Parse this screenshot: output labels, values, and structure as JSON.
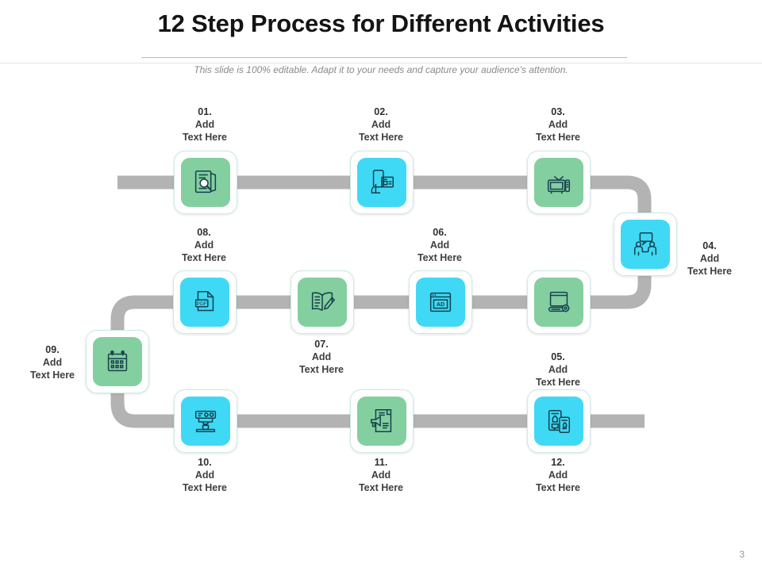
{
  "header": {
    "title": "12 Step Process for Different Activities",
    "subtitle": "This slide is 100% editable. Adapt it to your needs and capture your audience's attention."
  },
  "colors": {
    "green": "#84cfa0",
    "cyan": "#3fd9f5",
    "connector": "#b3b3b3",
    "title": "#141414",
    "subtitle": "#8a8a8a",
    "label": "#3f3f3f",
    "card_border": "#cfe8e4",
    "background": "#ffffff"
  },
  "footer": {
    "page_number": "3"
  },
  "steps": [
    {
      "num": "01.",
      "line2": "Add",
      "line3": "Text Here",
      "color": "green",
      "icon": "document-search-icon"
    },
    {
      "num": "02.",
      "line2": "Add",
      "line3": "Text Here",
      "color": "cyan",
      "icon": "hand-mobile-news-icon"
    },
    {
      "num": "03.",
      "line2": "Add",
      "line3": "Text Here",
      "color": "green",
      "icon": "television-icon"
    },
    {
      "num": "04.",
      "line2": "Add",
      "line3": "Text Here",
      "color": "cyan",
      "icon": "meeting-discussion-icon"
    },
    {
      "num": "05.",
      "line2": "Add",
      "line3": "Text Here",
      "color": "green",
      "icon": "browser-settings-gear-icon"
    },
    {
      "num": "06.",
      "line2": "Add",
      "line3": "Text Here",
      "color": "cyan",
      "icon": "ad-banner-icon"
    },
    {
      "num": "07.",
      "line2": "Add",
      "line3": "Text Here",
      "color": "green",
      "icon": "book-pencil-icon"
    },
    {
      "num": "08.",
      "line2": "Add",
      "line3": "Text Here",
      "color": "cyan",
      "icon": "pdf-file-icon"
    },
    {
      "num": "09.",
      "line2": "Add",
      "line3": "Text Here",
      "color": "green",
      "icon": "calendar-icon"
    },
    {
      "num": "10.",
      "line2": "Add",
      "line3": "Text Here",
      "color": "cyan",
      "icon": "coffee-machine-icon"
    },
    {
      "num": "11.",
      "line2": "Add",
      "line3": "Text Here",
      "color": "green",
      "icon": "press-release-megaphone-icon"
    },
    {
      "num": "12.",
      "line2": "Add",
      "line3": "Text Here",
      "color": "cyan",
      "icon": "mobile-social-like-icon"
    }
  ]
}
